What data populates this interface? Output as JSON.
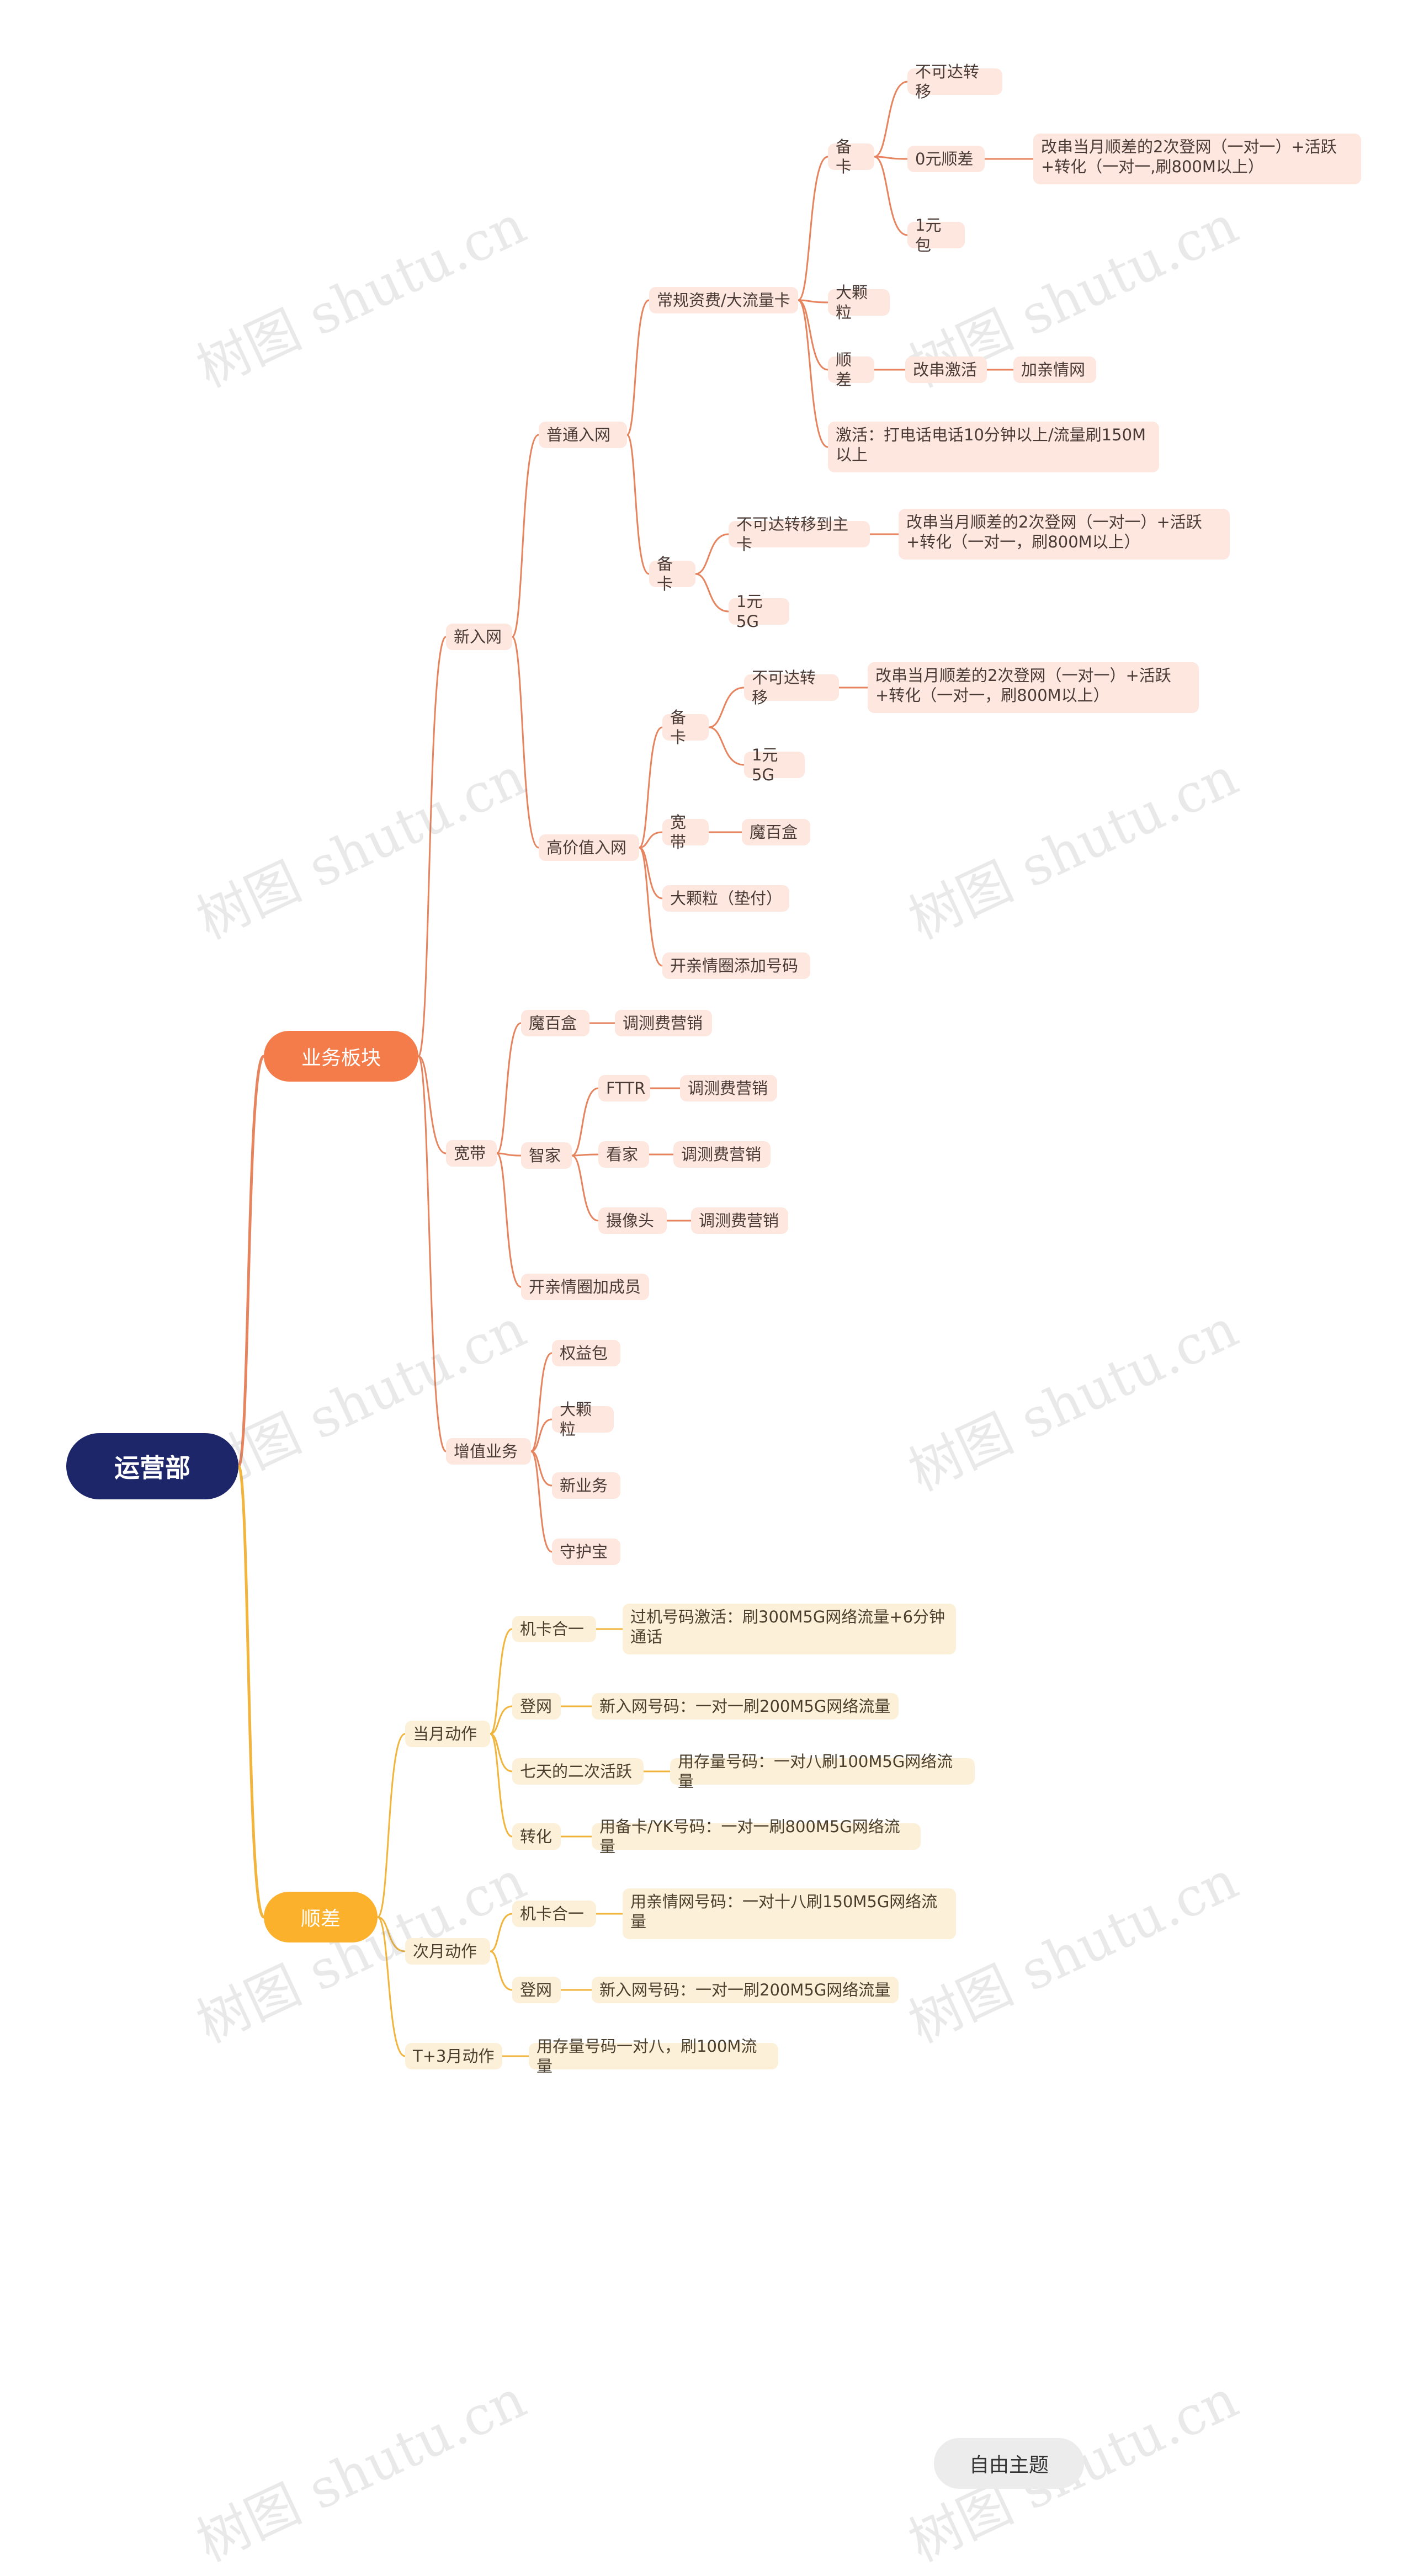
{
  "root": {
    "label": "运营部"
  },
  "branches": {
    "business": "业务板块",
    "diff": "顺差"
  },
  "free_topic": "自由主题",
  "watermark": "树图 shutu.cn",
  "colors": {
    "root": "#1d2668",
    "business": "#f47c4b",
    "diff": "#fbb12b",
    "business_line": "#e6845f",
    "diff_line": "#f1b43c",
    "business_node_bg": "#fde7df",
    "diff_node_bg": "#fdf0d9"
  },
  "nodes": {
    "new_net": "新入网",
    "normal_net": "普通入网",
    "regular": "常规资费/大流量卡",
    "backup1": "备卡",
    "not_transfer1": "不可达转移",
    "zero_diff": "0元顺差",
    "zero_diff_desc": "改串当月顺差的2次登网（一对一）+活跃+转化（一对一,刷800M以上）",
    "one_yuan_pack": "1元包",
    "big_grain1": "大颗粒",
    "diff_node": "顺差",
    "change_activate": "改串激活",
    "add_family": "加亲情网",
    "activate": "激活：打电话电话10分钟以上/流量刷150M以上",
    "backup2": "备卡",
    "not_transfer_main": "不可达转移到主卡",
    "not_transfer_main_desc": "改串当月顺差的2次登网（一对一）+活跃+转化（一对一，刷800M以上）",
    "one_yuan_5g1": "1元5G",
    "high_value": "高价值入网",
    "backup3": "备卡",
    "not_transfer3": "不可达转移",
    "not_transfer3_desc": "改串当月顺差的2次登网（一对一）+活跃+转化（一对一，刷800M以上）",
    "one_yuan_5g2": "1元5G",
    "broadband1": "宽带",
    "magic_box1": "魔百盒",
    "big_grain_pay": "大颗粒（垫付）",
    "add_family_number": "开亲情圈添加号码",
    "broadband": "宽带",
    "magic_box2": "魔百盒",
    "fee_mkt1": "调测费营销",
    "smart_home": "智家",
    "fttr": "FTTR",
    "fee_mkt2": "调测费营销",
    "watch_home": "看家",
    "fee_mkt3": "调测费营销",
    "camera": "摄像头",
    "fee_mkt4": "调测费营销",
    "add_family_member": "开亲情圈加成员",
    "value_added": "增值业务",
    "rights_pack": "权益包",
    "big_grain2": "大颗粒",
    "new_business": "新业务",
    "guardian": "守护宝",
    "month_action": "当月动作",
    "card_combo1": "机卡合一",
    "card_combo1_desc": "过机号码激活：刷300M5G网络流量+6分钟通话",
    "login1": "登网",
    "login1_desc": "新入网号码：一对一刷200M5G网络流量",
    "seven_day": "七天的二次活跃",
    "seven_day_desc": "用存量号码：一对八刷100M5G网络流量",
    "convert": "转化",
    "convert_desc": "用备卡/YK号码：一对一刷800M5G网络流量",
    "next_month": "次月动作",
    "card_combo2": "机卡合一",
    "card_combo2_desc": "用亲情网号码：一对十八刷150M5G网络流量",
    "login2": "登网",
    "login2_desc": "新入网号码：一对一刷200M5G网络流量",
    "t3_action": "T+3月动作",
    "t3_desc": "用存量号码一对八，刷100M流量"
  }
}
